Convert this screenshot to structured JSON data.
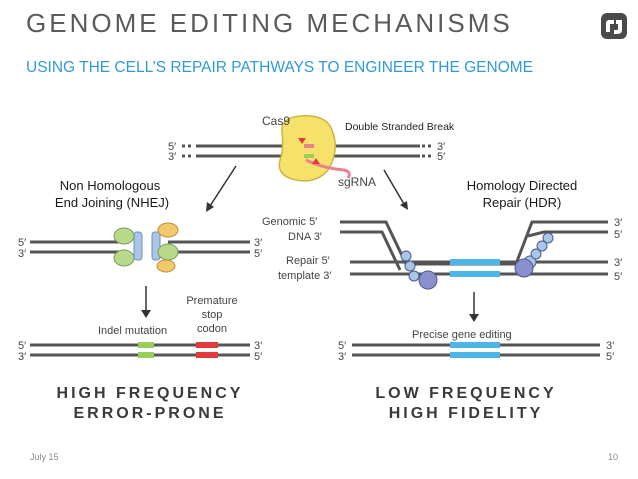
{
  "slide": {
    "title": "GENOME EDITING MECHANISMS",
    "subtitle": "USING THE CELL’S REPAIR PATHWAYS TO ENGINEER THE GENOME",
    "date": "July 15",
    "page_number": "10"
  },
  "diagram": {
    "cas9_label": "Cas9",
    "double_strand_break": "Double Stranded Break",
    "sgrna_label": "sgRNA",
    "nhej_line1": "Non Homologous",
    "nhej_line2": "End Joining (NHEJ)",
    "hdr_line1": "Homology Directed",
    "hdr_line2": "Repair (HDR)",
    "genomic_label": "Genomic",
    "dna_label": "DNA",
    "repair_label": "Repair",
    "template_label": "template",
    "premature_line1": "Premature",
    "premature_line2": "stop",
    "premature_line3": "codon",
    "indel_label": "Indel mutation",
    "precise_label": "Precise gene editing",
    "five_prime": "5′",
    "three_prime": "3′"
  },
  "outcomes": {
    "left_line1": "HIGH FREQUENCY",
    "left_line2": "ERROR-PRONE",
    "right_line1": "LOW FREQUENCY",
    "right_line2": "HIGH FIDELITY"
  },
  "colors": {
    "title": "#5a5a5a",
    "subtitle": "#2f9bd6",
    "cas9": "#f6e26a",
    "sgrna": "#e8828e",
    "protein_green": "#b8d88a",
    "protein_orange": "#f3c86a",
    "protein_blue": "#a9c6e8",
    "indel": "#9acd5a",
    "stop": "#e03a3a",
    "edit": "#4db6e8"
  }
}
